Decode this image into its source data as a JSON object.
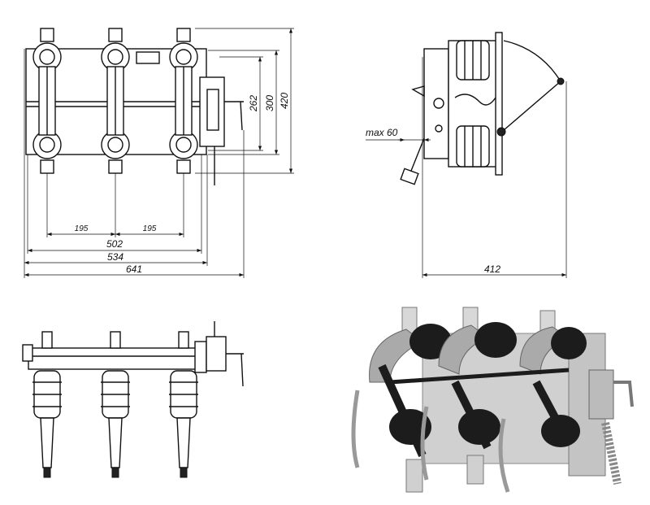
{
  "front_view": {
    "dims_horizontal": [
      "195",
      "195",
      "502",
      "534",
      "641"
    ],
    "dims_vertical": [
      "262",
      "300",
      "420"
    ]
  },
  "side_view": {
    "max_label": "max 60",
    "width_dim": "412"
  },
  "colors": {
    "line": "#111111",
    "background": "#ffffff",
    "photo_metal": "#b9b9b9",
    "photo_rubber": "#1c1c1c"
  }
}
